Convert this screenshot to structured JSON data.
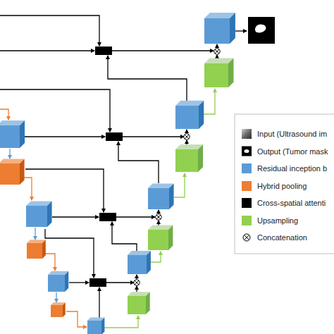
{
  "diagram": {
    "legend": [
      {
        "text": "Input (Ultrasound im"
      },
      {
        "text": "Output (Tumor mask"
      },
      {
        "text": "Residual inception b",
        "color": "#5b9bd5"
      },
      {
        "text": "Hybrid pooling",
        "color": "#ed7d31"
      },
      {
        "text": "Cross-spatial attenti",
        "color": "#000000"
      },
      {
        "text": "Upsampling",
        "color": "#92d050"
      },
      {
        "text": "Concatenation"
      }
    ]
  }
}
